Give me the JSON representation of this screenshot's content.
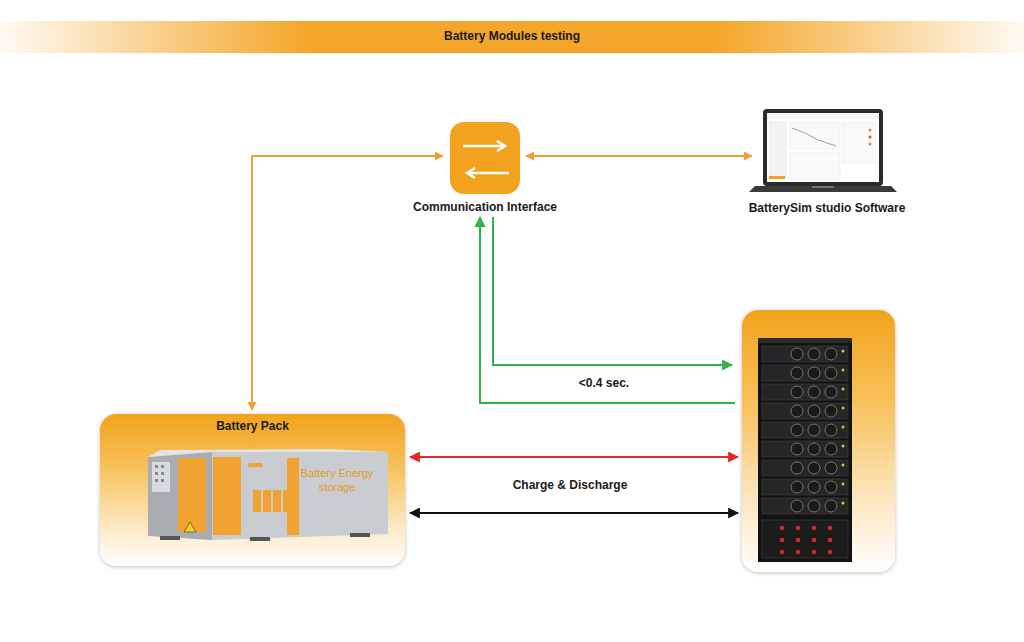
{
  "diagram": {
    "title": "Battery Modules testing",
    "nodes": [
      {
        "text": [
          "Communication Interface"
        ]
      },
      {
        "text": [
          "BatterySim studio Software"
        ]
      },
      {
        "text": [
          "Battery Pack"
        ]
      },
      {
        "text": []
      }
    ],
    "edges": [
      {
        "from": 2,
        "to": 0,
        "arrow": "both"
      },
      {
        "from": 0,
        "to": 1,
        "arrow": "both"
      },
      {
        "from": 0,
        "to": 3,
        "arrow": "to",
        "label": "<0.4 sec."
      },
      {
        "from": 3,
        "to": 0,
        "arrow": "to"
      },
      {
        "from": 2,
        "to": 3,
        "arrow": "both"
      },
      {
        "from": 2,
        "to": 3,
        "arrow": "both",
        "label": "Charge & Discharge"
      }
    ],
    "labels": [
      "Battery Energy storage"
    ]
  }
}
